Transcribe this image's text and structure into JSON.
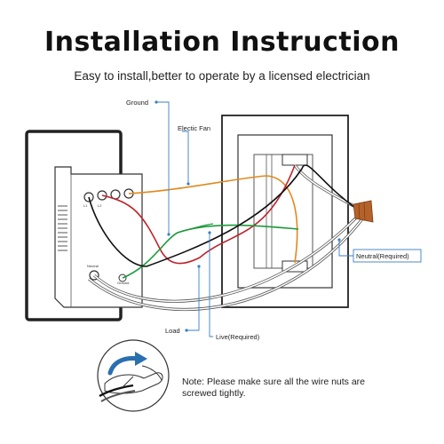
{
  "header": {
    "title": "Installation Instruction",
    "subtitle": "Easy to install,better to operate by a licensed electrician"
  },
  "labels": {
    "ground": "Ground",
    "electric_fan": "Electic Fan",
    "neutral_required": "Neutral(Required)",
    "load": "Load",
    "live_required": "Live(Required)"
  },
  "switch_terminals": {
    "l1": "L1",
    "l2": "L2",
    "neutral": "Neutral",
    "ground": "Ground"
  },
  "note": {
    "line1": "Note: Please make sure all the wire nuts are",
    "line2": "screwed tightly."
  },
  "colors": {
    "ground_wire": "#1a9a3a",
    "fan_wire": "#e08a1e",
    "load_wire": "#c0202a",
    "live_wire": "#111111",
    "neutral_wire": "#dddddd",
    "leader_line": "#3b7fc4",
    "arrow": "#2a6fb0",
    "wire_nut": "#b5622a"
  }
}
